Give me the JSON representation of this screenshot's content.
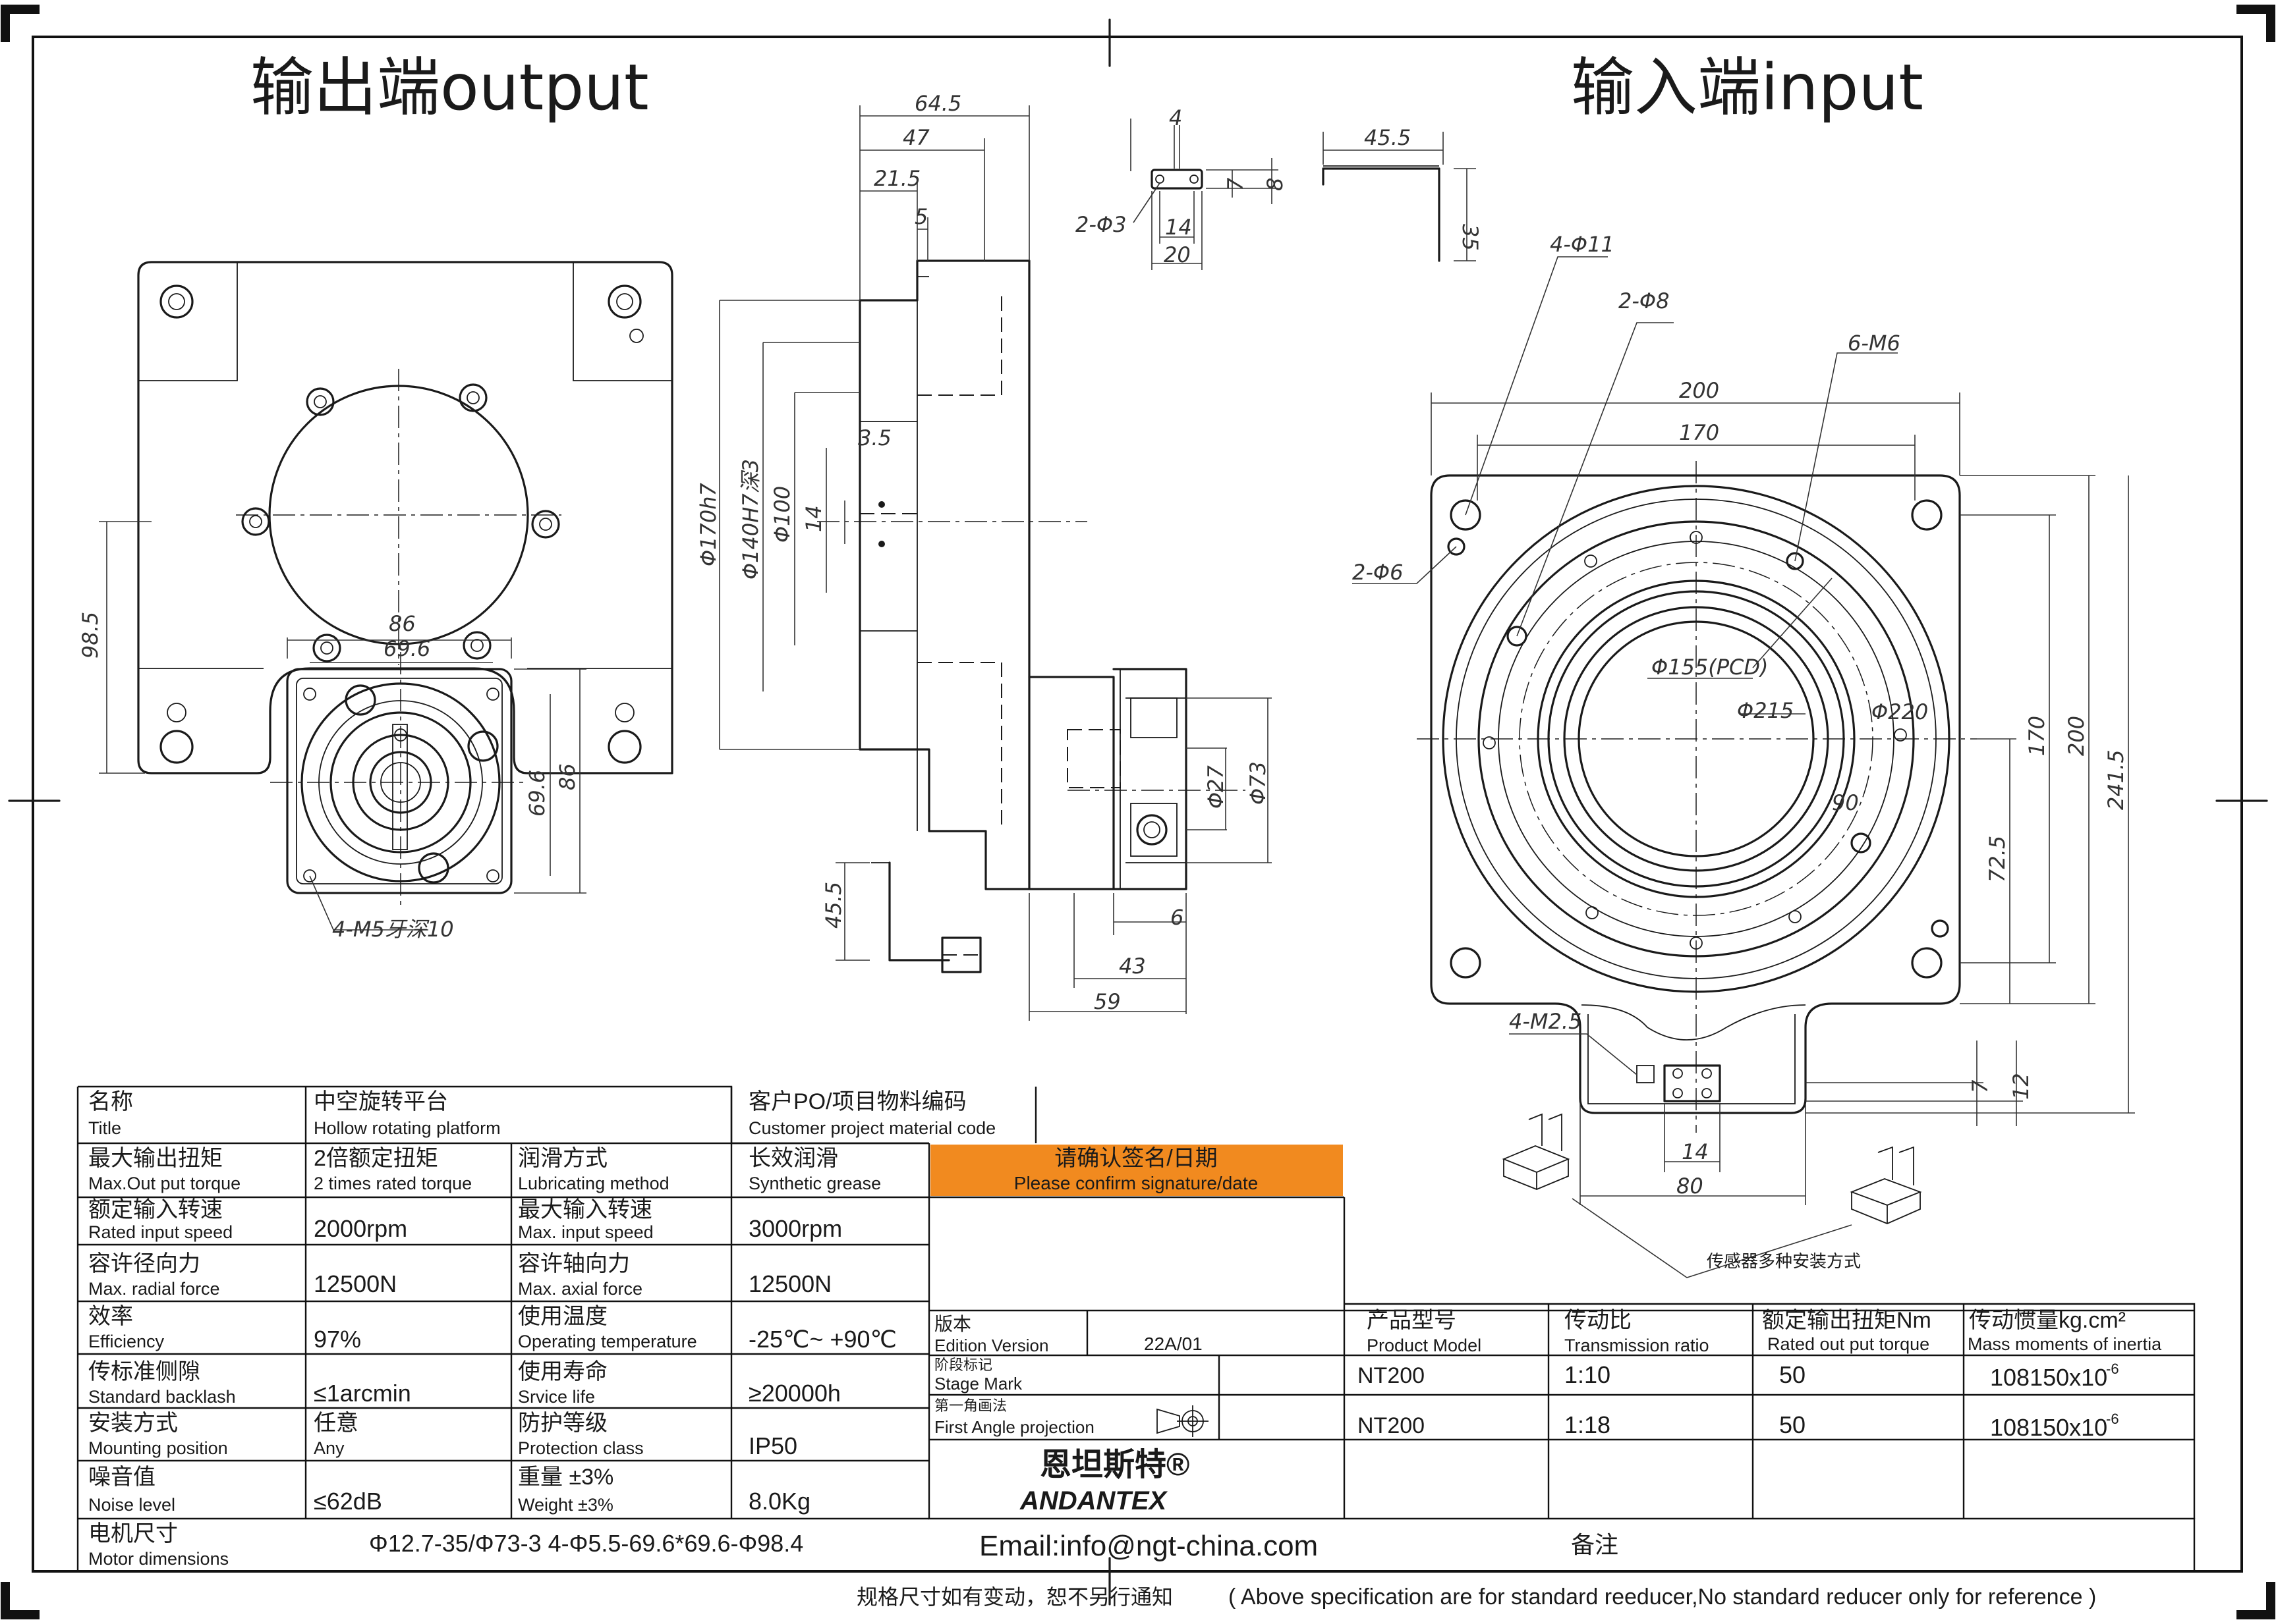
{
  "views": {
    "output_title": "输出端output",
    "input_title": "输入端input"
  },
  "dimensions": {
    "side_64_5": "64.5",
    "side_47": "47",
    "side_21_5": "21.5",
    "side_5": "5",
    "side_3_5": "3.5",
    "side_170h7": "Φ170h7",
    "side_140h7": "Φ140H7深3",
    "side_100": "Φ100",
    "side_14": "14",
    "side_27": "Φ27",
    "side_73": "Φ73",
    "side_6": "6",
    "side_43": "43",
    "side_59": "59",
    "side_45_5": "45.5",
    "bracket_4": "4",
    "bracket_7": "7",
    "bracket_8": "8",
    "bracket_2_3": "2-Φ3",
    "bracket_14": "14",
    "bracket_20": "20",
    "angle_45_5": "45.5",
    "angle_35": "35",
    "out_86": "86",
    "out_69_6": "69.6",
    "out_98_5": "98.5",
    "out_69_6_v": "69.6",
    "out_86_v": "86",
    "out_m5": "4-M5牙深10",
    "in_4_11": "4-Φ11",
    "in_2_8": "2-Φ8",
    "in_6_m6": "6-M6",
    "in_200": "200",
    "in_170": "170",
    "in_2_6": "2-Φ6",
    "in_155": "Φ155(PCD)",
    "in_215": "Φ215",
    "in_220": "Φ220",
    "in_90": "90",
    "in_72_5": "72.5",
    "in_170_v": "170",
    "in_200_v": "200",
    "in_241_5": "241.5",
    "in_m2_5": "4-M2.5",
    "in_7": "7",
    "in_12": "12",
    "in_14": "14",
    "in_80": "80",
    "sensor_note": "传感器多种安装方式"
  },
  "spec_table": {
    "name_cn": "名称",
    "name_en": "Title",
    "title_cn": "中空旋转平台",
    "title_en": "Hollow rotating platform",
    "customer_cn": "客户PO/项目物料编码",
    "customer_en": "Customer project material code",
    "rows": [
      {
        "l1_cn": "最大输出扭矩",
        "l1_en": "Max.Out put torque",
        "v1_cn": "2倍额定扭矩",
        "v1_en": "2 times rated torque",
        "l2_cn": "润滑方式",
        "l2_en": "Lubricating method",
        "v2_cn": "长效润滑",
        "v2_en": "Synthetic grease"
      },
      {
        "l1_cn": "额定输入转速",
        "l1_en": "Rated input speed",
        "v1": "2000rpm",
        "l2_cn": "最大输入转速",
        "l2_en": "Max. input speed",
        "v2": "3000rpm"
      },
      {
        "l1_cn": "容许径向力",
        "l1_en": "Max. radial force",
        "v1": "12500N",
        "l2_cn": "容许轴向力",
        "l2_en": "Max. axial force",
        "v2": "12500N"
      },
      {
        "l1_cn": "效率",
        "l1_en": "Efficiency",
        "v1": "97%",
        "l2_cn": "使用温度",
        "l2_en": "Operating temperature",
        "v2": "-25℃~ +90℃"
      },
      {
        "l1_cn": "传标准侧隙",
        "l1_en": "Standard backlash",
        "v1": "≤1arcmin",
        "l2_cn": "使用寿命",
        "l2_en": "Srvice life",
        "v2": "≥20000h"
      },
      {
        "l1_cn": "安装方式",
        "l1_en": "Mounting position",
        "v1_cn": "任意",
        "v1_en": "Any",
        "l2_cn": "防护等级",
        "l2_en": "Protection class",
        "v2": "IP50"
      },
      {
        "l1_cn": "噪音值",
        "l1_en": "Noise level",
        "v1": "≤62dB",
        "l2_cn": "重量 ±3%",
        "l2_en": "Weight ±3%",
        "v2": "8.0Kg"
      }
    ],
    "motor_cn": "电机尺寸",
    "motor_en": "Motor dimensions",
    "motor_value": "Φ12.7-35/Φ73-3 4-Φ5.5-69.6*69.6-Φ98.4",
    "confirm_cn": "请确认签名/日期",
    "confirm_en": "Please confirm signature/date",
    "edition_cn": "版本",
    "edition_en": "Edition Version",
    "edition_value": "22A/01",
    "stage_cn": "阶段标记",
    "stage_en": "Stage Mark",
    "angle_cn": "第一角画法",
    "angle_en": "First Angle projection",
    "brand_cn": "恩坦斯特®",
    "brand_en": "ANDANTEX",
    "email": "Email:info@ngt-china.com",
    "remark_cn": "备注",
    "model_headers": [
      {
        "cn": "产品型号",
        "en": "Product Model"
      },
      {
        "cn": "传动比",
        "en": "Transmission ratio"
      },
      {
        "cn": "额定输出扭矩Nm",
        "en": "Rated out put torque"
      },
      {
        "cn": "传动惯量kg.cm²",
        "en": "Mass moments of inertia"
      }
    ],
    "models": [
      {
        "model": "NT200",
        "ratio": "1:10",
        "torque": "50",
        "inertia": "108150x10",
        "exp": "-6"
      },
      {
        "model": "NT200",
        "ratio": "1:18",
        "torque": "50",
        "inertia": "108150x10",
        "exp": "-6"
      }
    ]
  },
  "footer": {
    "note_cn": "规格尺寸如有变动，恕不另行通知",
    "note_en": "( Above specification are for standard reeducer,No standard reducer only for reference )"
  },
  "colors": {
    "accent": "#f18a1f",
    "brand": "#1a8c3c"
  }
}
